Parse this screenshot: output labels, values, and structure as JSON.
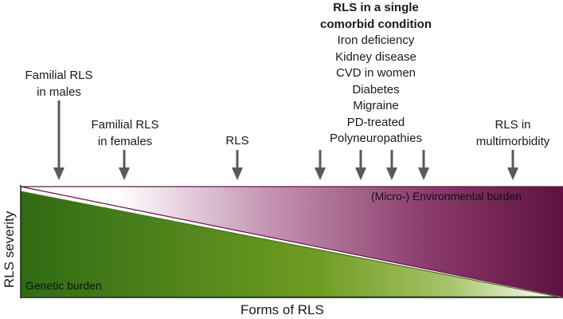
{
  "labels": {
    "familial_males": [
      "Familial RLS",
      "in males"
    ],
    "familial_females": [
      "Familial RLS",
      "in females"
    ],
    "rls": [
      "RLS"
    ],
    "comorbid_title": [
      "RLS in a single",
      "comorbid condition"
    ],
    "comorbid_items": [
      "Iron deficiency",
      "Kidney disease",
      "CVD in women",
      "Diabetes",
      "Migraine",
      "PD-treated",
      "Polyneuropathies"
    ],
    "multimorbidity": [
      "RLS in",
      "multimorbidity"
    ]
  },
  "burdens": {
    "environmental": "(Micro-) Environmental burden",
    "genetic": "Genetic burden"
  },
  "axes": {
    "y": "RLS severity",
    "x": "Forms of RLS"
  },
  "colors": {
    "environmental": "#6b1546",
    "genetic_dark": "#2f6b14",
    "genetic_mid": "#7aa228",
    "genetic_light": "#dfe9c2",
    "arrow": "#5a5a5a"
  }
}
